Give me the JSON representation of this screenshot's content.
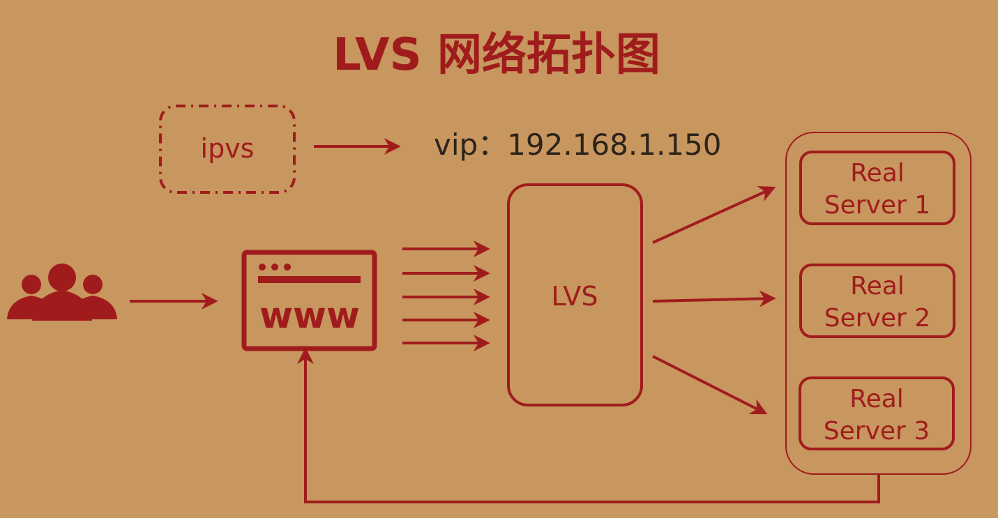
{
  "title": "LVS 网络拓扑图",
  "ipvs": {
    "label": "ipvs"
  },
  "vip": {
    "text": "vip：192.168.1.150"
  },
  "browser": {
    "label": "www"
  },
  "lvs": {
    "label": "LVS"
  },
  "servers": [
    {
      "line1": "Real",
      "line2": "Server 1"
    },
    {
      "line1": "Real",
      "line2": "Server 2"
    },
    {
      "line1": "Real",
      "line2": "Server 3"
    }
  ],
  "colors": {
    "background": "#c8965f",
    "accent": "#a01c1c",
    "vip_text": "#2b2419"
  },
  "icons": {
    "users": "users-icon",
    "browser": "browser-window-icon"
  }
}
